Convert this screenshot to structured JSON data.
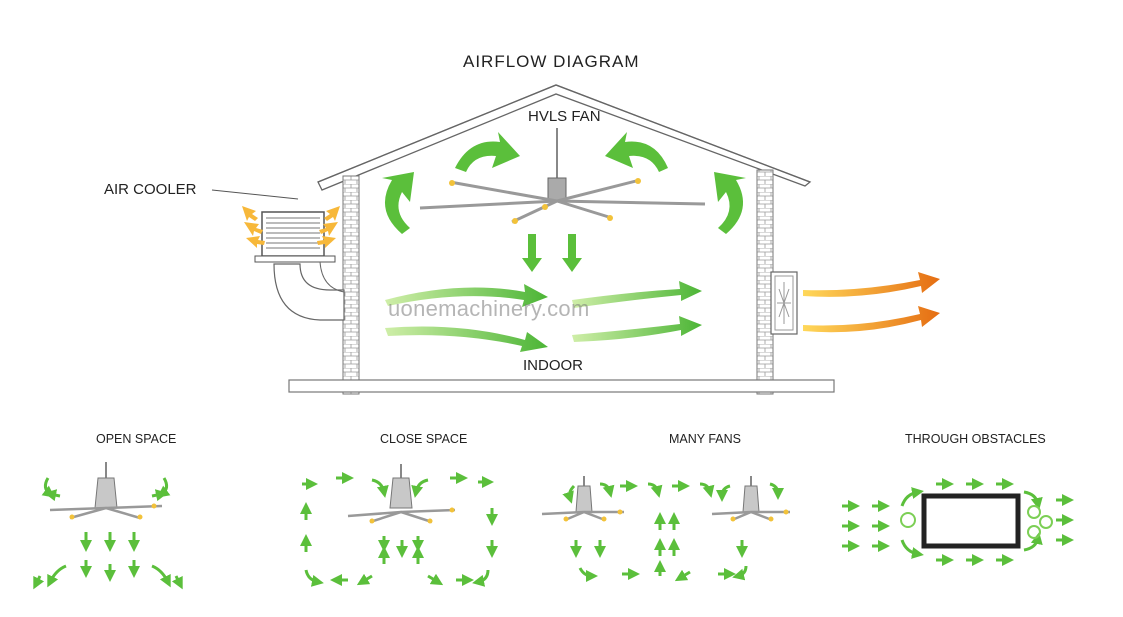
{
  "title": "AIRFLOW  DIAGRAM",
  "labels": {
    "hvls_fan": "HVLS FAN",
    "air_cooler": "AIR COOLER",
    "indoor": "INDOOR",
    "watermark": "uonemachinery.com"
  },
  "panels": [
    {
      "title": "OPEN SPACE"
    },
    {
      "title": "CLOSE SPACE"
    },
    {
      "title": "MANY FANS"
    },
    {
      "title": "THROUGH OBSTACLES"
    }
  ],
  "colors": {
    "green": "#5bbf3b",
    "green_light": "#9ad862",
    "orange": "#f2a21b",
    "orange_dark": "#e07a12",
    "yellow_arrow": "#f7c843",
    "gray": "#9a9a9a",
    "brick": "#bdbdbd"
  }
}
